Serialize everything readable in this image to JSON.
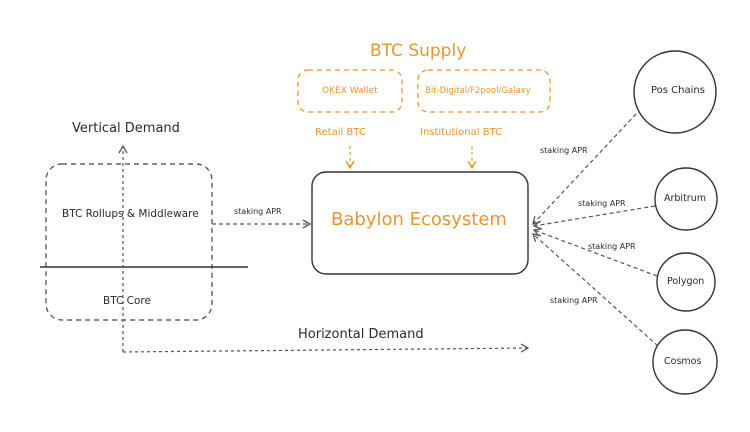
{
  "diagram": {
    "supply_title": "BTC Supply",
    "wallet_box": "OKEX Wallet",
    "institution_box": "Bit-Digital/F2pool/Galaxy",
    "retail_label": "Retail BTC",
    "institutional_label": "Institutional BTC",
    "ecosystem_label": "Babylon Ecosystem",
    "vertical_demand": "Vertical Demand",
    "horizontal_demand": "Horizontal Demand",
    "rollups_label": "BTC Rollups & Middleware",
    "core_label": "BTC Core",
    "left_staking": "staking APR",
    "chains": [
      {
        "label": "Pos Chains",
        "staking": "staking APR"
      },
      {
        "label": "Arbitrum",
        "staking": "staking APR"
      },
      {
        "label": "Polygon",
        "staking": "staking APR"
      },
      {
        "label": "Cosmos",
        "staking": "staking APR"
      }
    ],
    "colors": {
      "accent": "#e8962e",
      "line": "#444444"
    }
  }
}
